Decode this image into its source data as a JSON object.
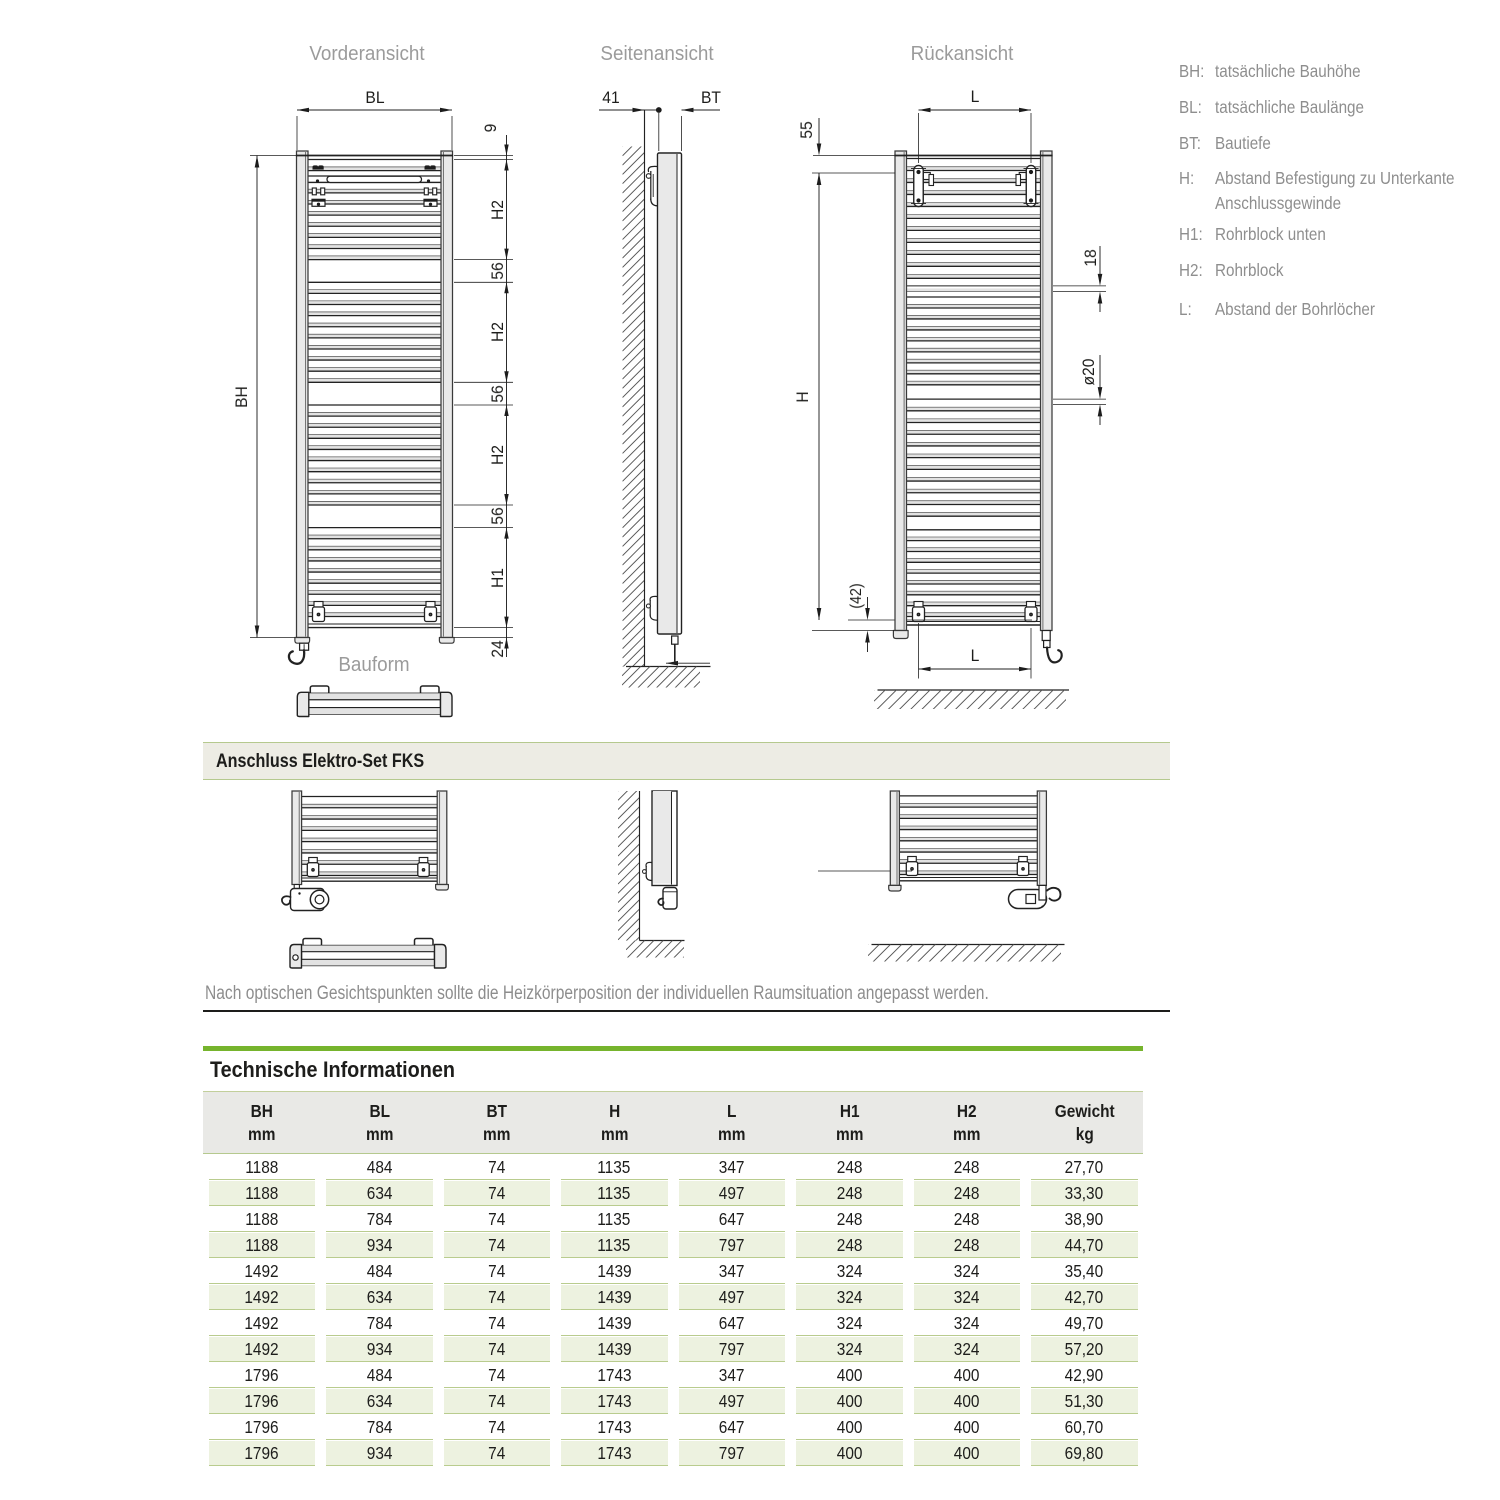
{
  "views": {
    "front": {
      "title": "Vorderansicht",
      "bauform_label": "Bauform",
      "dims": {
        "bl": "BL",
        "bh": "BH",
        "nine": "9",
        "h2": "H2",
        "fiftysix": "56",
        "h1": "H1",
        "twentyfour": "24"
      }
    },
    "side": {
      "title": "Seitenansicht",
      "dims": {
        "fortyone": "41",
        "bt": "BT"
      }
    },
    "rear": {
      "title": "Rückansicht",
      "dims": {
        "l": "L",
        "fiftyfive": "55",
        "h": "H",
        "fortytwo": "(42)",
        "eighteen": "18",
        "dia20": "ø20"
      }
    }
  },
  "legend": {
    "items": [
      {
        "key": "BH:",
        "text": "tatsächliche Bauhöhe"
      },
      {
        "key": "BL:",
        "text": "tatsächliche Baulänge"
      },
      {
        "key": "BT:",
        "text": "Bautiefe"
      },
      {
        "key": "H:",
        "text": "Abstand Befestigung zu Unterkante Anschlussgewinde"
      },
      {
        "key": "H1:",
        "text": "Rohrblock unten"
      },
      {
        "key": "H2:",
        "text": "Rohrblock"
      },
      {
        "key": "L:",
        "text": "Abstand der Bohrlöcher"
      }
    ]
  },
  "anschluss": {
    "title": "Anschluss Elektro-Set FKS"
  },
  "note": "Nach optischen Gesichtspunkten sollte die Heizkörperposition der individuellen Raumsituation angepasst werden.",
  "table": {
    "title": "Technische Informationen",
    "columns": [
      {
        "label": "BH",
        "unit": "mm"
      },
      {
        "label": "BL",
        "unit": "mm"
      },
      {
        "label": "BT",
        "unit": "mm"
      },
      {
        "label": "H",
        "unit": "mm"
      },
      {
        "label": "L",
        "unit": "mm"
      },
      {
        "label": "H1",
        "unit": "mm"
      },
      {
        "label": "H2",
        "unit": "mm"
      },
      {
        "label": "Gewicht",
        "unit": "kg"
      }
    ],
    "rows": [
      [
        "1188",
        "484",
        "74",
        "1135",
        "347",
        "248",
        "248",
        "27,70"
      ],
      [
        "1188",
        "634",
        "74",
        "1135",
        "497",
        "248",
        "248",
        "33,30"
      ],
      [
        "1188",
        "784",
        "74",
        "1135",
        "647",
        "248",
        "248",
        "38,90"
      ],
      [
        "1188",
        "934",
        "74",
        "1135",
        "797",
        "248",
        "248",
        "44,70"
      ],
      [
        "1492",
        "484",
        "74",
        "1439",
        "347",
        "324",
        "324",
        "35,40"
      ],
      [
        "1492",
        "634",
        "74",
        "1439",
        "497",
        "324",
        "324",
        "42,70"
      ],
      [
        "1492",
        "784",
        "74",
        "1439",
        "647",
        "324",
        "324",
        "49,70"
      ],
      [
        "1492",
        "934",
        "74",
        "1439",
        "797",
        "324",
        "324",
        "57,20"
      ],
      [
        "1796",
        "484",
        "74",
        "1743",
        "347",
        "400",
        "400",
        "42,90"
      ],
      [
        "1796",
        "634",
        "74",
        "1743",
        "497",
        "400",
        "400",
        "51,30"
      ],
      [
        "1796",
        "784",
        "74",
        "1743",
        "647",
        "400",
        "400",
        "60,70"
      ],
      [
        "1796",
        "934",
        "74",
        "1743",
        "797",
        "400",
        "400",
        "69,80"
      ]
    ]
  },
  "colors": {
    "green_bar": "#76b42d",
    "row_green": "#edf2e0",
    "olive_border": "#b9cc8e",
    "header_bg": "#e9e9e6",
    "band_bg": "#edece4",
    "text_dark": "#1d1d1b",
    "text_gray": "#8e8e8e",
    "title_gray": "#9b9b9b",
    "line_dark": "#2f2f2f",
    "rail_fill": "#e9e9e9",
    "tube_fill": "#e4e4e4"
  }
}
